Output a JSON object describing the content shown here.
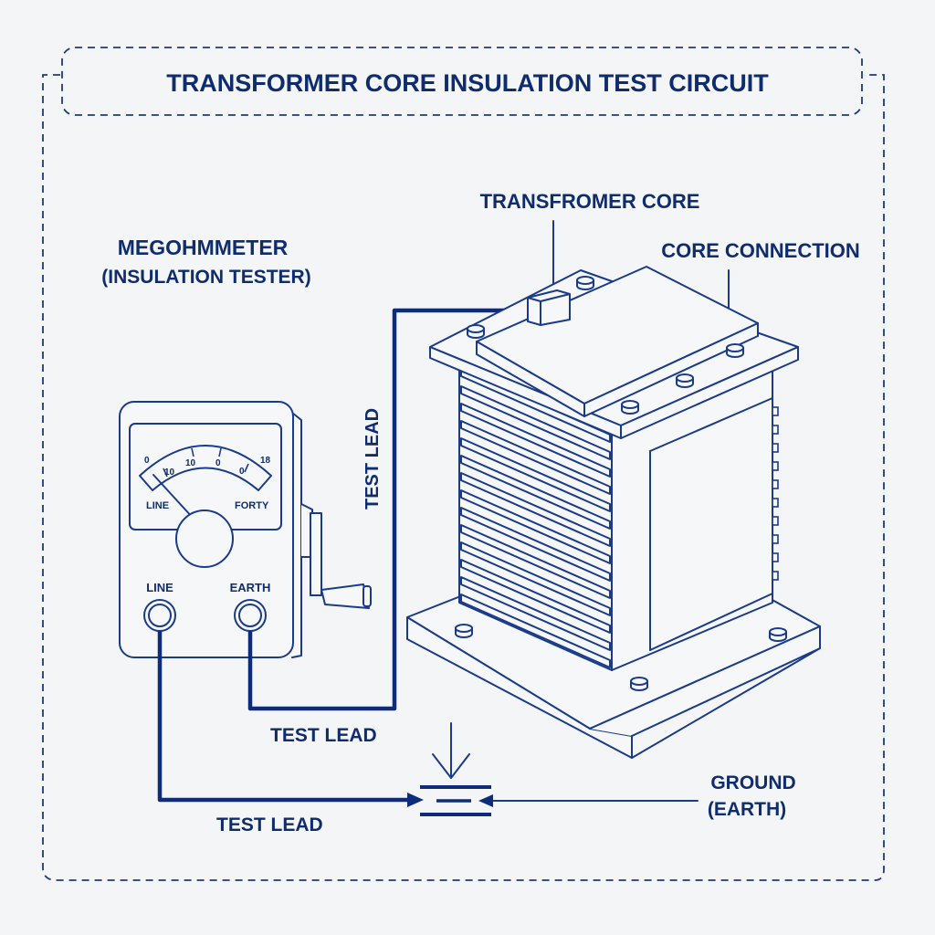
{
  "title": "TRANSFORMER CORE INSULATION TEST CIRCUIT",
  "colors": {
    "ink": "#1a3a8a",
    "text": "#0f2c6e",
    "background": "#f4f5f6"
  },
  "megohmmeter": {
    "name": "MEGOHMMETER",
    "subtitle": "(INSULATION TESTER)",
    "scale_labels": [
      "0",
      "10",
      "10",
      "0",
      "0",
      "18"
    ],
    "dial_left_label": "LINE",
    "dial_right_label": "FORTY",
    "terminal_line_label": "LINE",
    "terminal_earth_label": "EARTH",
    "crank_handle": "crank-handle"
  },
  "labels": {
    "transformer_core": "TRANSFROMER CORE",
    "core_connection": "CORE CONNECTION",
    "test_lead_vertical": "TEST LEAD",
    "test_lead_middle": "TEST LEAD",
    "test_lead_bottom": "TEST LEAD",
    "ground_line1": "GROUND",
    "ground_line2": "(EARTH)"
  },
  "icons": {
    "ground_symbol": "ground-icon",
    "arrow_down": "arrow-down-icon",
    "bolt": "bolt-icon"
  }
}
